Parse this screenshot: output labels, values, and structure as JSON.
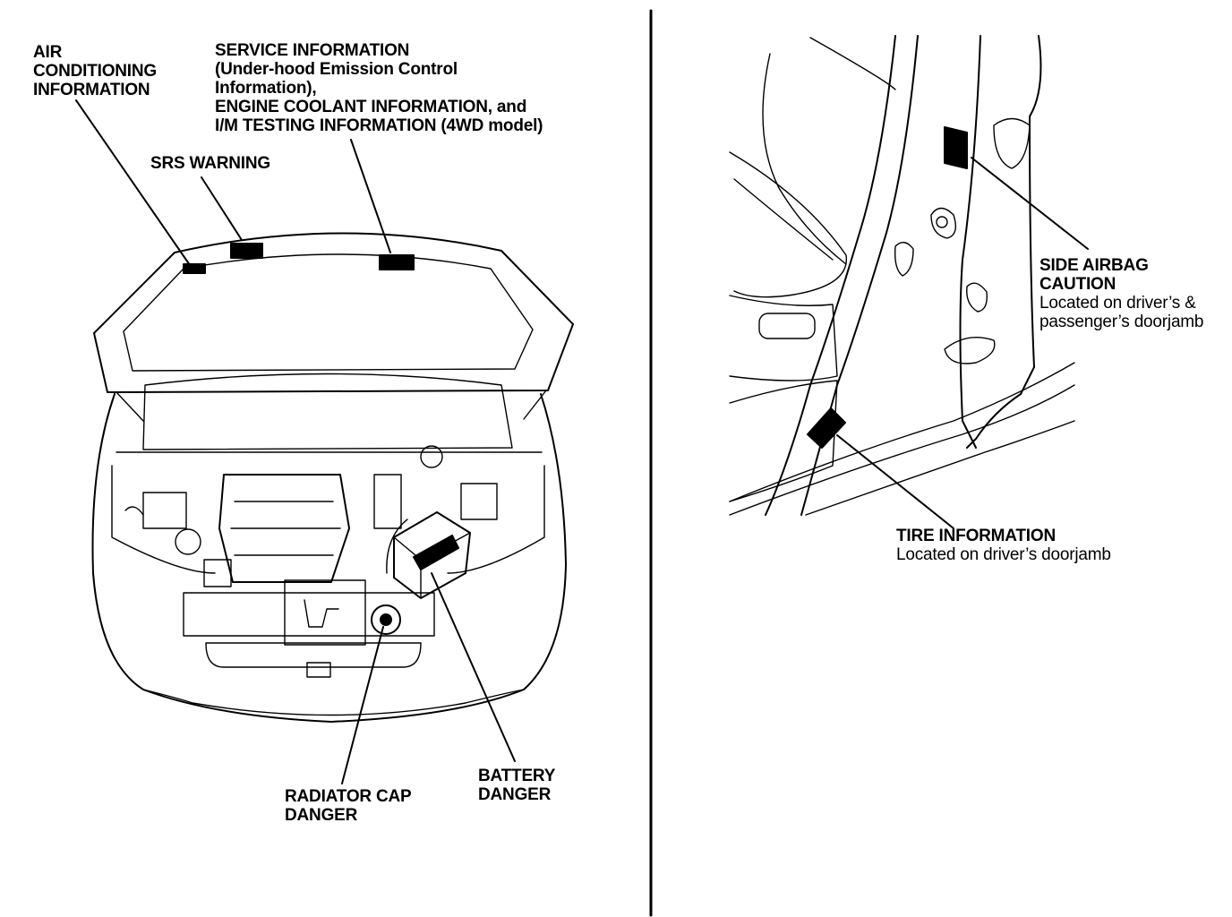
{
  "left_labels": {
    "ac_info": [
      "AIR",
      "CONDITIONING",
      "INFORMATION"
    ],
    "service_info": [
      "SERVICE INFORMATION",
      "(Under-hood Emission Control",
      "Information),",
      "ENGINE COOLANT INFORMATION, and",
      "I/M TESTING INFORMATION (4WD model)"
    ],
    "srs_warning": "SRS WARNING",
    "radiator_cap": [
      "RADIATOR CAP",
      "DANGER"
    ],
    "battery": [
      "BATTERY",
      "DANGER"
    ]
  },
  "right_labels": {
    "side_airbag": {
      "title": [
        "SIDE AIRBAG",
        "CAUTION"
      ],
      "note": [
        "Located on driver’s &",
        "passenger’s doorjamb"
      ]
    },
    "tire_info": {
      "title": "TIRE INFORMATION",
      "note": "Located on driver’s doorjamb"
    }
  }
}
